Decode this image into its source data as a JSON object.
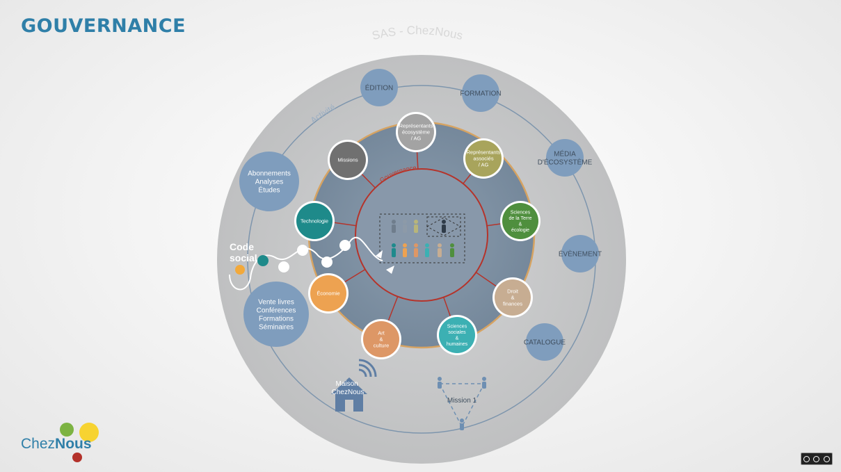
{
  "title": "GOUVERNANCE",
  "sas_label": "SAS - ChezNous",
  "activity_label": "Activité",
  "governance_label": "Gouvernance",
  "code_social": [
    "Code",
    "social"
  ],
  "activity_nodes": {
    "edition": [
      "ÉDITION"
    ],
    "formation": [
      "FORMATION"
    ],
    "media": [
      "MÉDIA",
      "D'ÉCOSYSTÈME"
    ],
    "evenement": [
      "ÉVÈNEMENT"
    ],
    "catalogue": [
      "CATALOGUE"
    ],
    "abonnements": [
      "Abonnements",
      "Analyses",
      "Études"
    ],
    "vente": [
      "Vente livres",
      "Conférences",
      "Formations",
      "Séminaires"
    ]
  },
  "governance_nodes": {
    "representants_eco": [
      "Représentants",
      "écosystème",
      "/ AG"
    ],
    "representants_asso": [
      "Représentants",
      "associés",
      "/ AG"
    ],
    "missions": [
      "Missions"
    ],
    "sciences_terre": [
      "Sciences",
      "de la Terre",
      "&",
      "écologie"
    ],
    "technologie": [
      "Technologie"
    ],
    "droit": [
      "Droit",
      "&",
      "finances"
    ],
    "economie": [
      "Économie"
    ],
    "art": [
      "Art",
      "&",
      "culture"
    ],
    "sciences_sociales": [
      "Sciences",
      "sociales",
      "&",
      "humaines"
    ]
  },
  "maison": [
    "Maison",
    "ChezNous"
  ],
  "mission1": "Mission 1",
  "logo_text": {
    "chez": "Chez",
    "nous": "Nous"
  },
  "colors": {
    "title": "#2f7fa8",
    "outer_disc": "#c7c8c9",
    "activity_node": "#7f9dbd",
    "governance_disc": "#8193a6",
    "governance_ring": "#c0392b",
    "missions": "#707070",
    "representants_eco": "#a3a3a3",
    "representants_asso": "#a8a45c",
    "sciences_terre": "#4f8f3e",
    "technologie": "#1e8a8a",
    "droit": "#c7ad92",
    "economie": "#eda251",
    "art": "#dd9766",
    "sciences_sociales": "#3cb0b3"
  }
}
